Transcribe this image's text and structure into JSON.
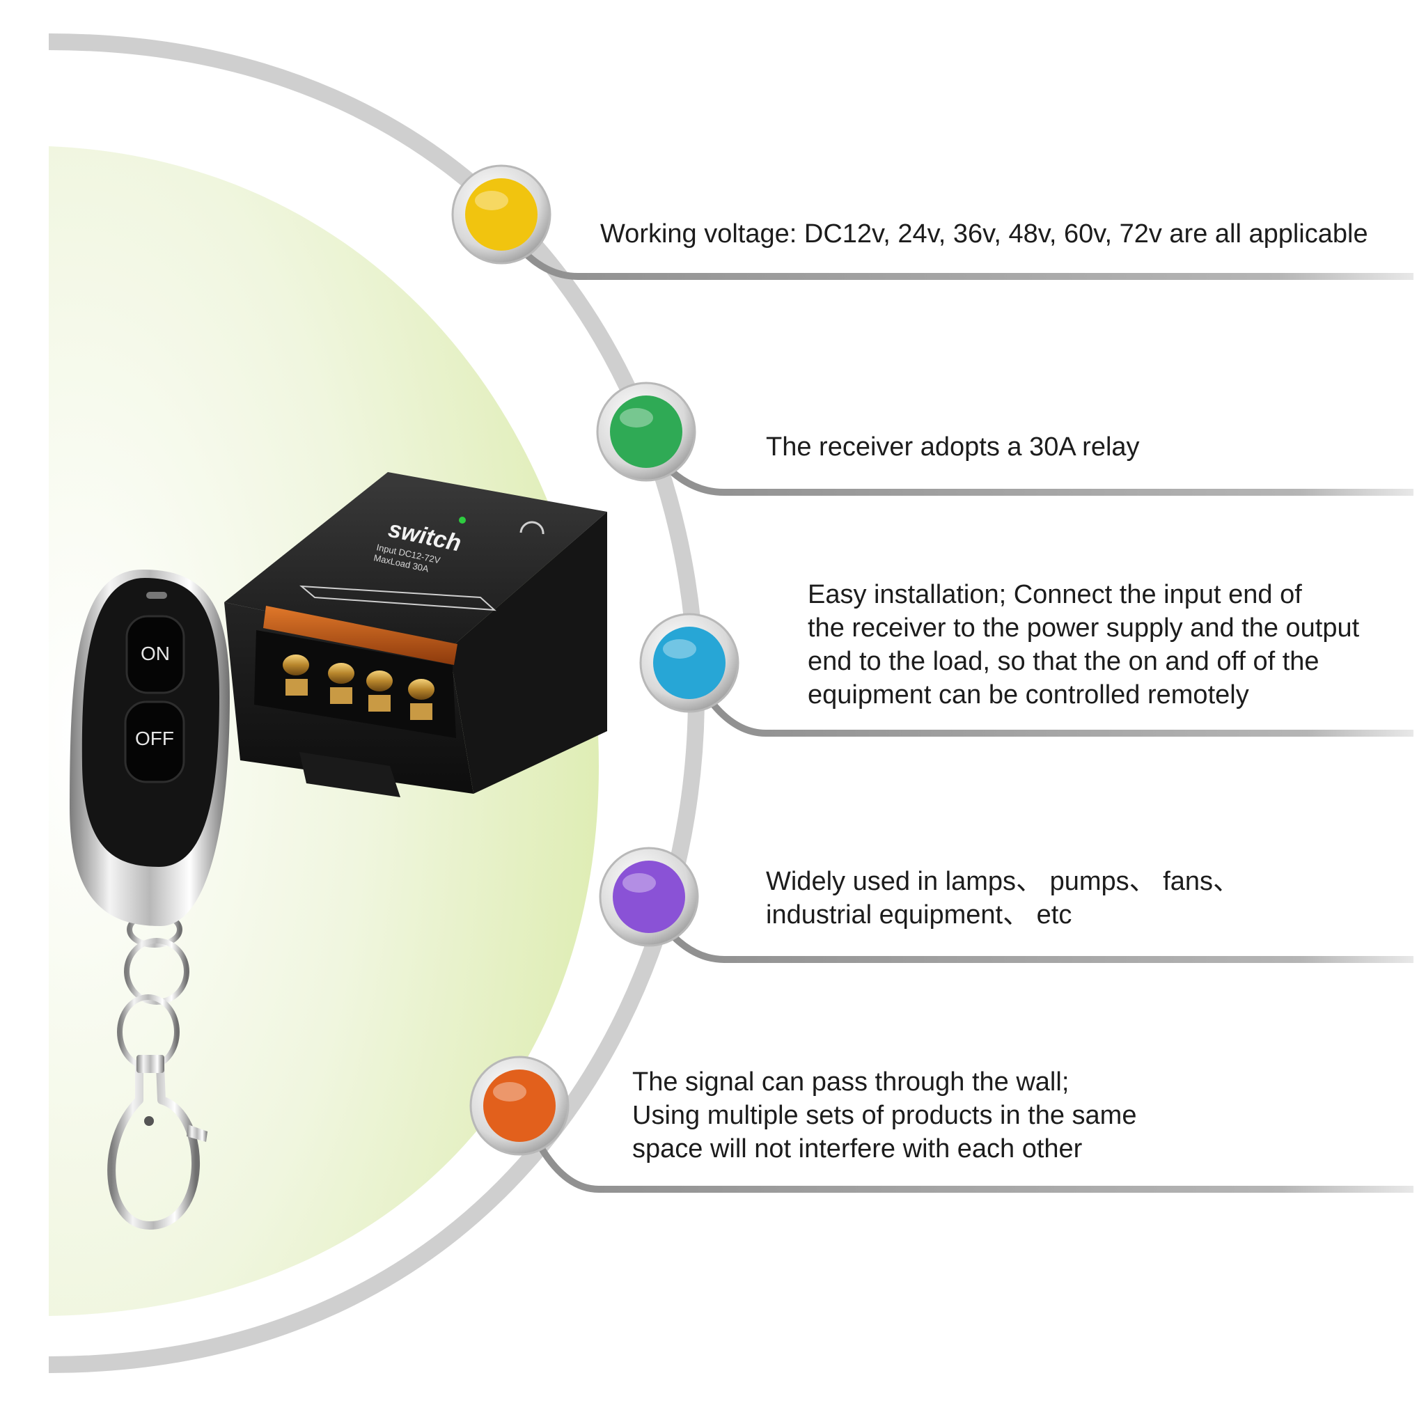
{
  "colors": {
    "background": "#ffffff",
    "arc": "#cfcfcf",
    "glow": "#e6f1c8",
    "bullet_yellow": "#f1c40f",
    "bullet_green": "#2faa55",
    "bullet_blue": "#27a6d6",
    "bullet_purple": "#8a52d6",
    "bullet_orange": "#e2601c"
  },
  "product": {
    "receiver": {
      "brand": "switch",
      "spec_line_1": "Input DC12-72V",
      "spec_line_2": "MaxLoad 30A"
    },
    "remote": {
      "on_label": "ON",
      "off_label": "OFF"
    }
  },
  "features": [
    {
      "color": "yellow",
      "lines": [
        "Working voltage: DC12v, 24v, 36v, 48v, 60v, 72v are all applicable"
      ]
    },
    {
      "color": "green",
      "lines": [
        "The receiver adopts a 30A relay"
      ]
    },
    {
      "color": "blue",
      "lines": [
        "Easy installation; Connect the input end of",
        "the receiver to the power supply and the output",
        "end to the load, so that the on and off of the",
        "equipment can be controlled remotely"
      ]
    },
    {
      "color": "purple",
      "lines": [
        "Widely used in lamps、 pumps、 fans、",
        "industrial equipment、 etc"
      ]
    },
    {
      "color": "orange",
      "lines": [
        "The signal can pass through the wall;",
        "Using multiple sets of products in the same",
        "space will not interfere with each other"
      ]
    }
  ]
}
